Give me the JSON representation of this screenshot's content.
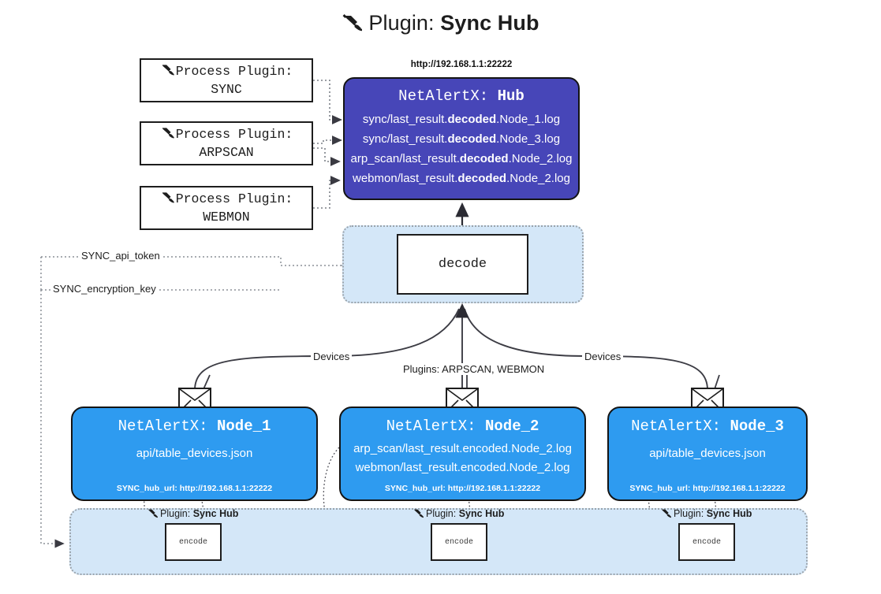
{
  "title": {
    "icon": "plug-icon",
    "prefix": "Plugin:",
    "name": "Sync Hub"
  },
  "process_plugins": [
    {
      "icon": "plug-icon",
      "line1": "Process Plugin:",
      "line2": "SYNC"
    },
    {
      "icon": "plug-icon",
      "line1": "Process Plugin:",
      "line2": "ARPSCAN"
    },
    {
      "icon": "plug-icon",
      "line1": "Process Plugin:",
      "line2": "WEBMON"
    }
  ],
  "hub": {
    "url": "http://192.168.1.1:22222",
    "title_prefix": "NetAlertX:",
    "title_name": "Hub",
    "color": "#4746b8",
    "lines": [
      {
        "pre": "sync/last_result.",
        "bold": "decoded",
        "post": ".Node_1.log"
      },
      {
        "pre": "sync/last_result.",
        "bold": "decoded",
        "post": ".Node_3.log"
      },
      {
        "pre": "arp_scan/last_result.",
        "bold": "decoded",
        "post": ".Node_2.log"
      },
      {
        "pre": "webmon/last_result.",
        "bold": "decoded",
        "post": ".Node_2.log"
      }
    ]
  },
  "decode": {
    "label": "decode",
    "band_color": "#d4e7f8"
  },
  "settings": [
    {
      "label": "SYNC_api_token"
    },
    {
      "label": "SYNC_encryption_key"
    }
  ],
  "edge_labels": [
    {
      "label": "Devices"
    },
    {
      "label": "Plugins: ARPSCAN, WEBMON"
    },
    {
      "label": "Devices"
    }
  ],
  "nodes": [
    {
      "title_prefix": "NetAlertX:",
      "title_name": "Node_1",
      "color": "#2e9bf0",
      "lines": [
        "api/table_devices.json"
      ],
      "footer": "SYNC_hub_url: http://192.168.1.1:22222",
      "envelope": "envelope-icon"
    },
    {
      "title_prefix": "NetAlertX:",
      "title_name": "Node_2",
      "color": "#2e9bf0",
      "lines": [
        "arp_scan/last_result.encoded.Node_2.log",
        "webmon/last_result.encoded.Node_2.log"
      ],
      "footer": "SYNC_hub_url: http://192.168.1.1:22222",
      "envelope": "envelope-icon"
    },
    {
      "title_prefix": "NetAlertX:",
      "title_name": "Node_3",
      "color": "#2e9bf0",
      "lines": [
        "api/table_devices.json"
      ],
      "footer": "SYNC_hub_url: http://192.168.1.1:22222",
      "envelope": "envelope-icon"
    }
  ],
  "encoders": [
    {
      "icon": "plug-icon",
      "prefix": "Plugin:",
      "name": "Sync Hub",
      "box_label": "encode"
    },
    {
      "icon": "plug-icon",
      "prefix": "Plugin:",
      "name": "Sync Hub",
      "box_label": "encode"
    },
    {
      "icon": "plug-icon",
      "prefix": "Plugin:",
      "name": "Sync Hub",
      "box_label": "encode"
    }
  ]
}
